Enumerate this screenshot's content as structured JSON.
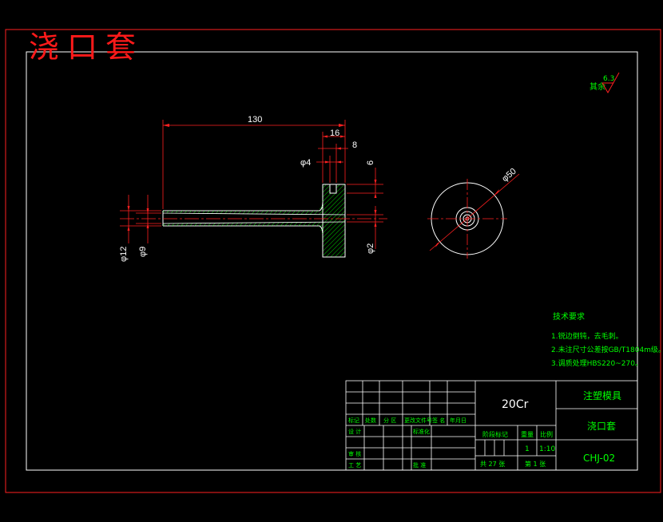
{
  "sheet_title": "浇口套",
  "roughness": {
    "label": "其余",
    "value": "6.3"
  },
  "dimensions": {
    "length": "130",
    "flange_thickness": "16",
    "offset_8": "8",
    "dia_4": "φ4",
    "depth_6": "6",
    "dia_2": "φ2",
    "dia_12": "φ12",
    "dia_9": "φ9",
    "dia_50": "φ50"
  },
  "technical_requirements": {
    "title": "技术要求",
    "items": [
      "1.锐边倒钝，去毛刺。",
      "2.未注尺寸公差按GB/T1804m级。",
      "3.调质处理HBS220~270。"
    ]
  },
  "title_block": {
    "material": "20Cr",
    "project": "注塑模具",
    "part_name": "浇口套",
    "drawing_no": "CHJ-02",
    "scale_header": "比例",
    "quantity_header": "重量",
    "stage_header": "阶段标记",
    "quantity": "1",
    "scale": "1:10",
    "sheets_total": "共 27 张",
    "sheet_no": "第 1 张",
    "rev_headers": [
      "标记",
      "处数",
      "分 区",
      "更改文件号",
      "签 名",
      "年月日"
    ],
    "designer": "设 计",
    "standardize": "标准化",
    "review": "审 核",
    "process": "工 艺",
    "approve": "批 准"
  }
}
